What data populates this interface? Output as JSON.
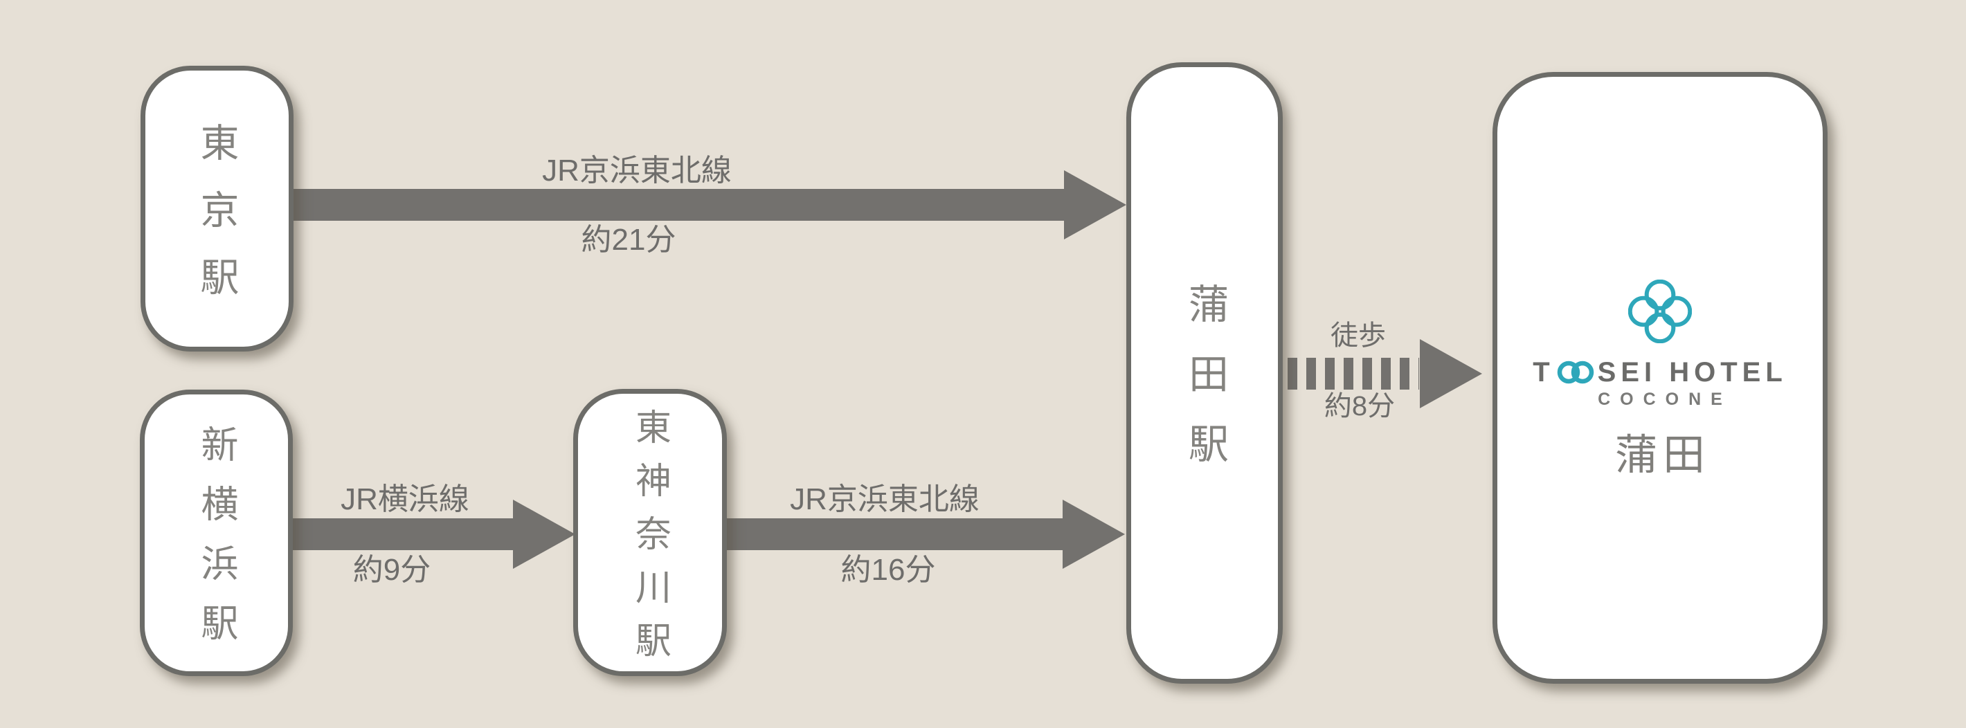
{
  "stations": [
    {
      "id": "tokyo",
      "name": "東京駅"
    },
    {
      "id": "shin-yokohama",
      "name": "新横浜駅"
    },
    {
      "id": "higashi-kanagawa",
      "name": "東神奈川駅"
    },
    {
      "id": "kamata",
      "name": "蒲田駅"
    }
  ],
  "routes": [
    {
      "line": "JR京浜東北線",
      "duration": "約21分",
      "from": "東京駅",
      "to": "蒲田駅"
    },
    {
      "line": "JR横浜線",
      "duration": "約9分",
      "from": "新横浜駅",
      "to": "東神奈川駅"
    },
    {
      "line": "JR京浜東北線",
      "duration": "約16分",
      "from": "東神奈川駅",
      "to": "蒲田駅"
    },
    {
      "line": "徒歩",
      "duration": "約8分",
      "from": "蒲田駅",
      "to": "TOSEI HOTEL COCONE 蒲田"
    }
  ],
  "hotel": {
    "wordmark_t": "T",
    "wordmark_rest": "SEI HOTEL",
    "sub_brand": "COCONE",
    "location": "蒲田"
  },
  "icons": {
    "hotel_logo": "quad-ring-flower-icon",
    "wordmark_o": "double-ring-infinity-icon"
  },
  "colors": {
    "background": "#e6e0d6",
    "box_fill": "#ffffff",
    "box_border": "#6c6c68",
    "arrow_gray": "#73716e",
    "station_text": "#84837f",
    "label_text": "#6e6d6b",
    "brand_teal": "#2ea7ba",
    "brand_gray": "#6b6b69"
  }
}
